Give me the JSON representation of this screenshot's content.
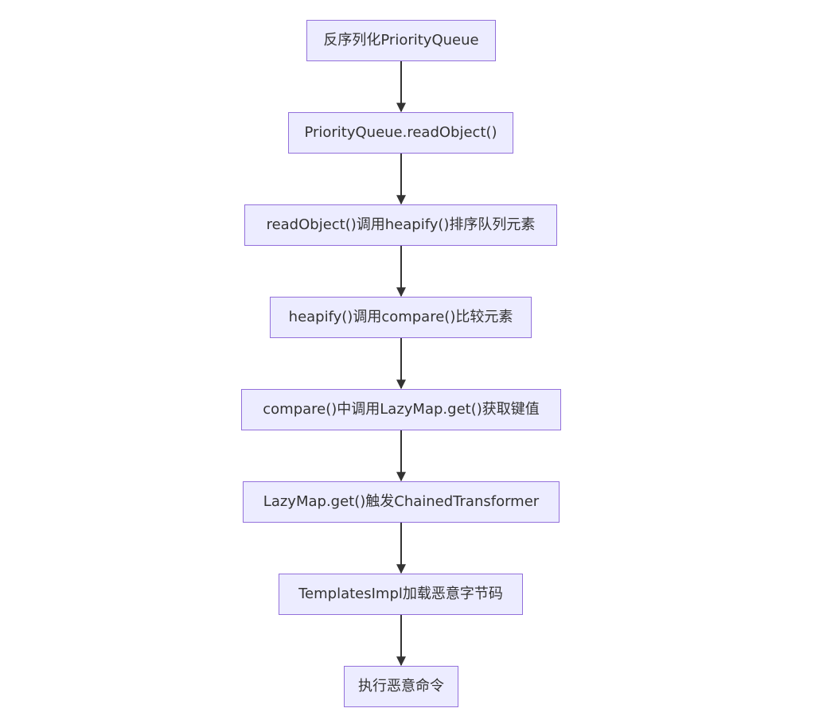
{
  "nodes": [
    {
      "id": "n1",
      "label": "反序列化PriorityQueue"
    },
    {
      "id": "n2",
      "label": "PriorityQueue.readObject()"
    },
    {
      "id": "n3",
      "label": "readObject()调用heapify()排序队列元素"
    },
    {
      "id": "n4",
      "label": "heapify()调用compare()比较元素"
    },
    {
      "id": "n5",
      "label": "compare()中调用LazyMap.get()获取键值"
    },
    {
      "id": "n6",
      "label": "LazyMap.get()触发ChainedTransformer"
    },
    {
      "id": "n7",
      "label": "TemplatesImpl加载恶意字节码"
    },
    {
      "id": "n8",
      "label": "执行恶意命令"
    }
  ],
  "edges": [
    {
      "from": "n1",
      "to": "n2"
    },
    {
      "from": "n2",
      "to": "n3"
    },
    {
      "from": "n3",
      "to": "n4"
    },
    {
      "from": "n4",
      "to": "n5"
    },
    {
      "from": "n5",
      "to": "n6"
    },
    {
      "from": "n6",
      "to": "n7"
    },
    {
      "from": "n7",
      "to": "n8"
    }
  ],
  "colors": {
    "node_fill": "#ececff",
    "node_border": "#9370db",
    "text": "#333333",
    "edge": "#333333"
  }
}
